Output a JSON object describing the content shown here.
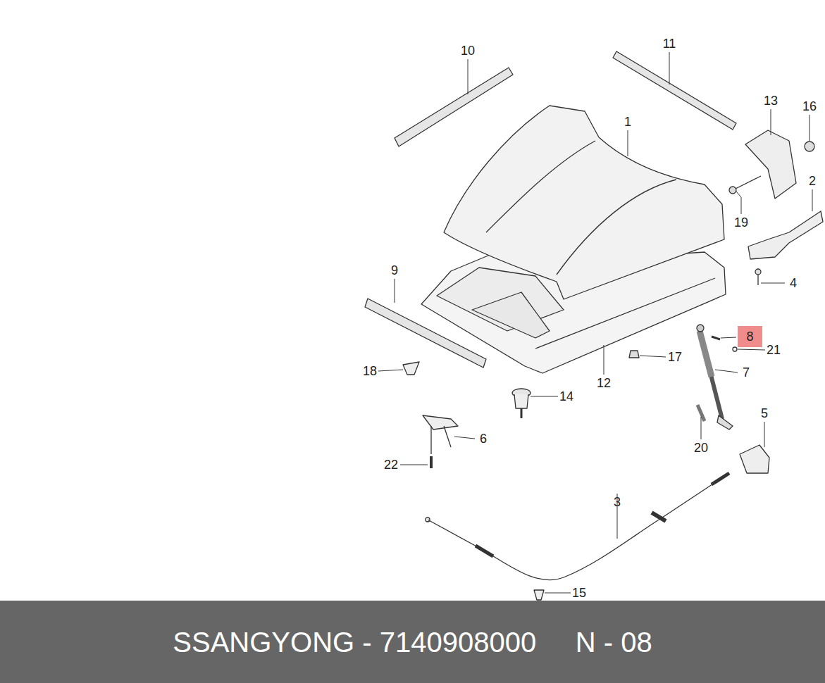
{
  "diagram": {
    "nodes": [
      {
        "text": [
          "8"
        ]
      },
      {
        "text": [
          "SSANGYONG - 7140908000     N - 08"
        ]
      }
    ],
    "labels": [
      "10",
      "11",
      "1",
      "13",
      "16",
      "2",
      "19",
      "4",
      "9",
      "21",
      "17",
      "7",
      "18",
      "12",
      "14",
      "6",
      "20",
      "5",
      "22",
      "3",
      "15"
    ]
  }
}
